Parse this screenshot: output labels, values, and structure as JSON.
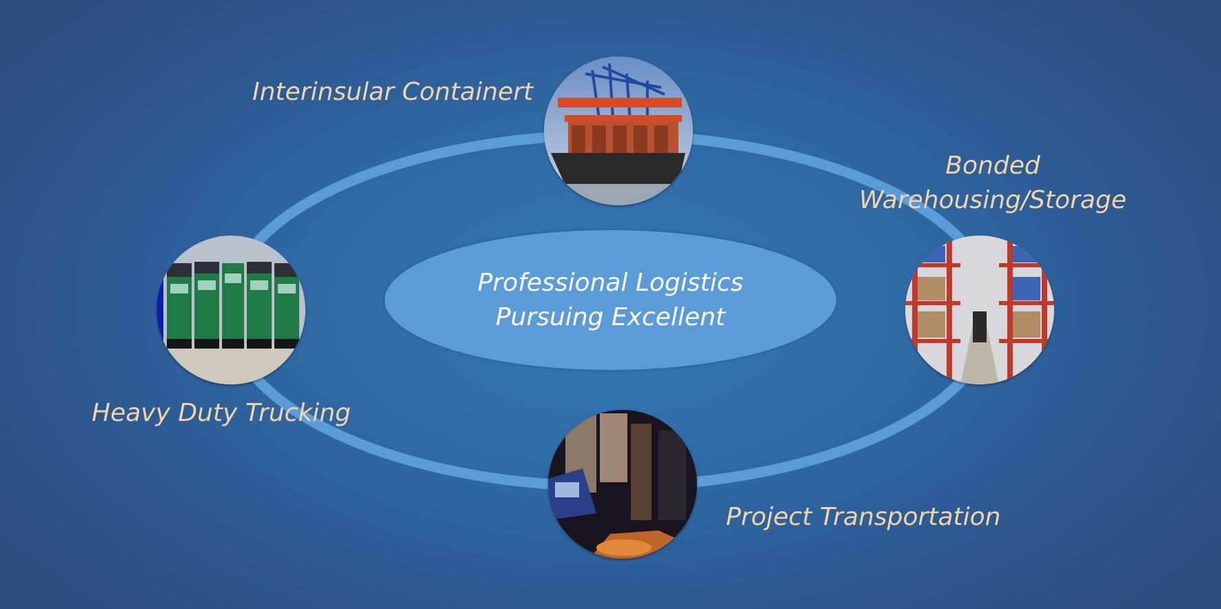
{
  "center": {
    "line1": "Professional Logistics",
    "line2": "Pursuing Excellent"
  },
  "services": {
    "container": {
      "label": "Interinsular Containert",
      "icon": "container-ship-photo"
    },
    "warehouse": {
      "label_line1": "Bonded",
      "label_line2": "Warehousing/Storage",
      "icon": "warehouse-racks-photo"
    },
    "project": {
      "label": "Project Transportation",
      "icon": "project-cargo-photo"
    },
    "trucking": {
      "label": "Heavy Duty Trucking",
      "icon": "truck-fleet-photo"
    }
  },
  "colors": {
    "background": "#2f6aa7",
    "orbit_ring": "#5b9bd8",
    "center_fill": "#5b9bd8",
    "label_text": "#f2d4a8",
    "center_text": "#ffffff"
  }
}
